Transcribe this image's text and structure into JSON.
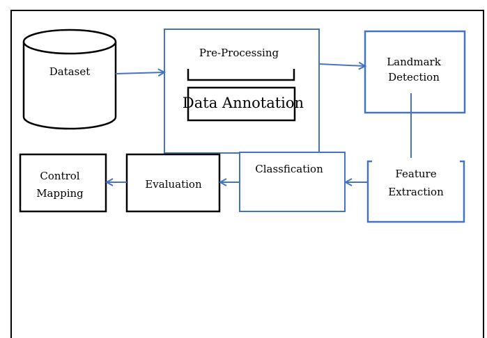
{
  "nodes": {
    "dataset": "Dataset",
    "preprocessing": "Pre-Processing",
    "annotation": "Data Annotation",
    "landmark": [
      "Landmark",
      "Detection"
    ],
    "feature": [
      "Feature",
      "Extraction"
    ],
    "classification": "Classfication",
    "evaluation": "Evaluation",
    "control": [
      "Control",
      "Mapping"
    ]
  },
  "colors": {
    "accent": "#4472c4",
    "stroke": "#000000"
  }
}
